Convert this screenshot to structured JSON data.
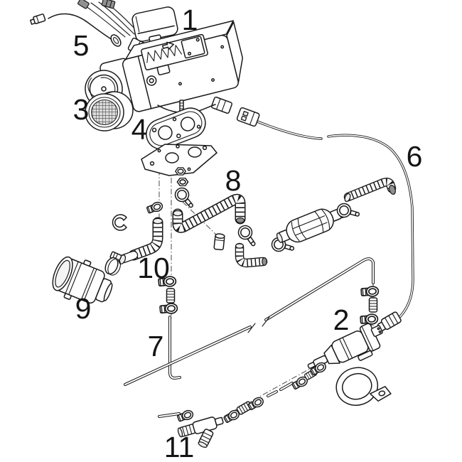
{
  "figure": {
    "background": "#ffffff",
    "line_color": "#1a1a1a",
    "style": "black-and-white exploded parts line drawing"
  },
  "callouts": [
    {
      "label": "1",
      "part": "heater-main-unit"
    },
    {
      "label": "2",
      "part": "fuel-metering-pump"
    },
    {
      "label": "3",
      "part": "air-intake-grille"
    },
    {
      "label": "4",
      "part": "mounting-gasket-plate"
    },
    {
      "label": "5",
      "part": "wiring-harness"
    },
    {
      "label": "6",
      "part": "pump-cable"
    },
    {
      "label": "7",
      "part": "fuel-line"
    },
    {
      "label": "8",
      "part": "combustion-air-exhaust-hoses"
    },
    {
      "label": "9",
      "part": "intake-silencer"
    },
    {
      "label": "10",
      "part": "flexible-duct-and-clamps"
    },
    {
      "label": "11",
      "part": "tank-connector-tee"
    }
  ]
}
